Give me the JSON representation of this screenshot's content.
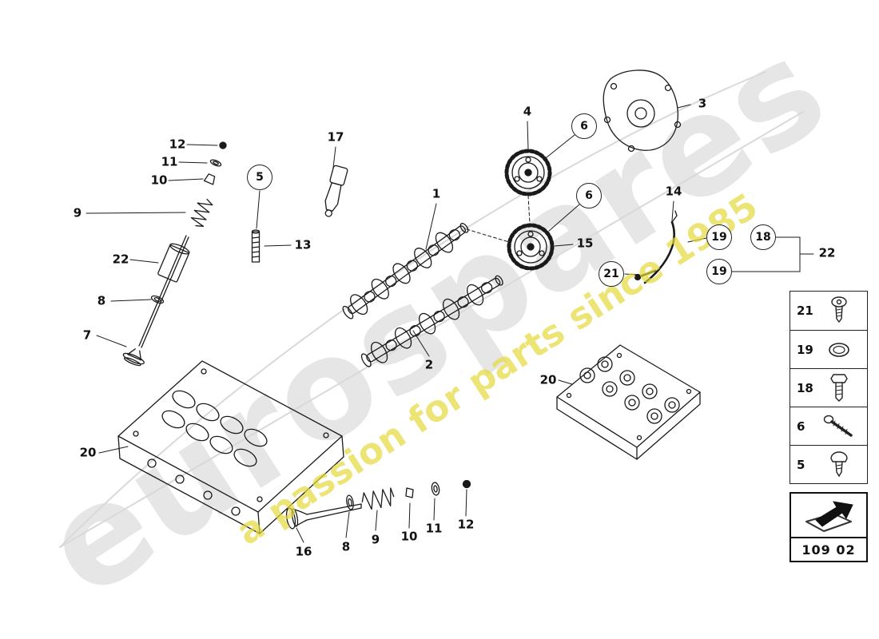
{
  "watermark": {
    "brand": "eurospares",
    "tagline": "a passion for parts since 1985"
  },
  "page_code": "109 02",
  "part_labels": [
    {
      "text": "12"
    },
    {
      "text": "11"
    },
    {
      "text": "10"
    },
    {
      "text": "9"
    },
    {
      "text": "22"
    },
    {
      "text": "8"
    },
    {
      "text": "7"
    },
    {
      "text": "13"
    },
    {
      "text": "17"
    },
    {
      "text": "1"
    },
    {
      "text": "4"
    },
    {
      "text": "15"
    },
    {
      "text": "3"
    },
    {
      "text": "14"
    },
    {
      "text": "2"
    },
    {
      "text": "22"
    },
    {
      "text": "20"
    },
    {
      "text": "20"
    },
    {
      "text": "16"
    },
    {
      "text": "8"
    },
    {
      "text": "9"
    },
    {
      "text": "10"
    },
    {
      "text": "11"
    },
    {
      "text": "12"
    }
  ],
  "callouts": [
    {
      "text": "5"
    },
    {
      "text": "6"
    },
    {
      "text": "6"
    },
    {
      "text": "21"
    },
    {
      "text": "19"
    },
    {
      "text": "19"
    },
    {
      "text": "18"
    }
  ],
  "legend": {
    "rows": [
      {
        "number": "21",
        "icon": "torx-screw"
      },
      {
        "number": "19",
        "icon": "seal-ring"
      },
      {
        "number": "18",
        "icon": "hex-bolt"
      },
      {
        "number": "6",
        "icon": "flange-bolt"
      },
      {
        "number": "5",
        "icon": "pan-head-screw"
      }
    ]
  }
}
